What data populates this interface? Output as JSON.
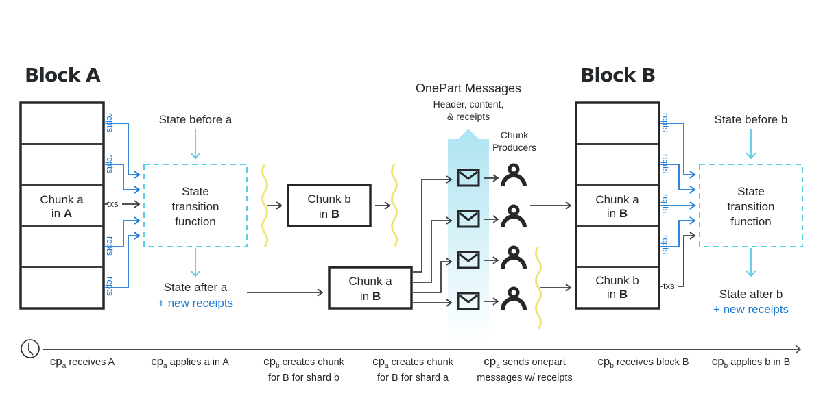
{
  "block_a": {
    "title": "Block A",
    "chunk_line1": "Chunk a",
    "chunk_line2_prefix": "in ",
    "chunk_line2_bold": "A",
    "rcpt_labels": [
      "rcpts",
      "rcpts",
      "rcpts",
      "rcpts"
    ],
    "txs_label": "txs"
  },
  "stf_a": {
    "state_before": "State before a",
    "line1": "State",
    "line2": "transition",
    "line3": "function",
    "state_after": "State after a",
    "new_receipts": "+ new receipts"
  },
  "chunk_b_in_b": {
    "line1": "Chunk b",
    "line2_prefix": "in ",
    "line2_bold": "B"
  },
  "chunk_a_in_b": {
    "line1": "Chunk a",
    "line2_prefix": "in ",
    "line2_bold": "B"
  },
  "onepart": {
    "title": "OnePart Messages",
    "subtitle_line1": "Header, content,",
    "subtitle_line2": "& receipts",
    "message_count": 4
  },
  "producers": {
    "label_line1": "Chunk",
    "label_line2": "Producers",
    "count": 4
  },
  "block_b": {
    "title": "Block B",
    "chunk_a_line1": "Chunk a",
    "chunk_a_line2_prefix": "in ",
    "chunk_a_line2_bold": "B",
    "chunk_b_line1": "Chunk b",
    "chunk_b_line2_prefix": "in ",
    "chunk_b_line2_bold": "B",
    "rcpt_labels": [
      "rcpts",
      "rcpts",
      "rcpts",
      "rcpts"
    ],
    "txs_label": "txs"
  },
  "stf_b": {
    "state_before": "State before b",
    "line1": "State",
    "line2": "transition",
    "line3": "function",
    "state_after": "State after b",
    "new_receipts": "+ new receipts"
  },
  "timeline": {
    "clock_icon": "clock-icon",
    "events": [
      {
        "actor": "cp",
        "sub": "a",
        "line1": "receives A",
        "line2": ""
      },
      {
        "actor": "cp",
        "sub": "a",
        "line1": "applies a in A",
        "line2": ""
      },
      {
        "actor": "cp",
        "sub": "b",
        "line1": "creates chunk",
        "line2": "for B for shard b"
      },
      {
        "actor": "cp",
        "sub": "a",
        "line1": "creates chunk",
        "line2": "for B for shard a"
      },
      {
        "actor": "cp",
        "sub": "a",
        "line1": "sends onepart",
        "line2": "messages w/ receipts"
      },
      {
        "actor": "cp",
        "sub": "b",
        "line1": "receives block B",
        "line2": ""
      },
      {
        "actor": "cp",
        "sub": "b",
        "line1": "applies b in B",
        "line2": ""
      }
    ]
  },
  "colors": {
    "ink": "#25282b",
    "receipt_blue": "#1a7ad4",
    "state_cyan": "#5ccbe6",
    "wave_yellow": "#ece77a",
    "band_top": "#aee3f1"
  }
}
